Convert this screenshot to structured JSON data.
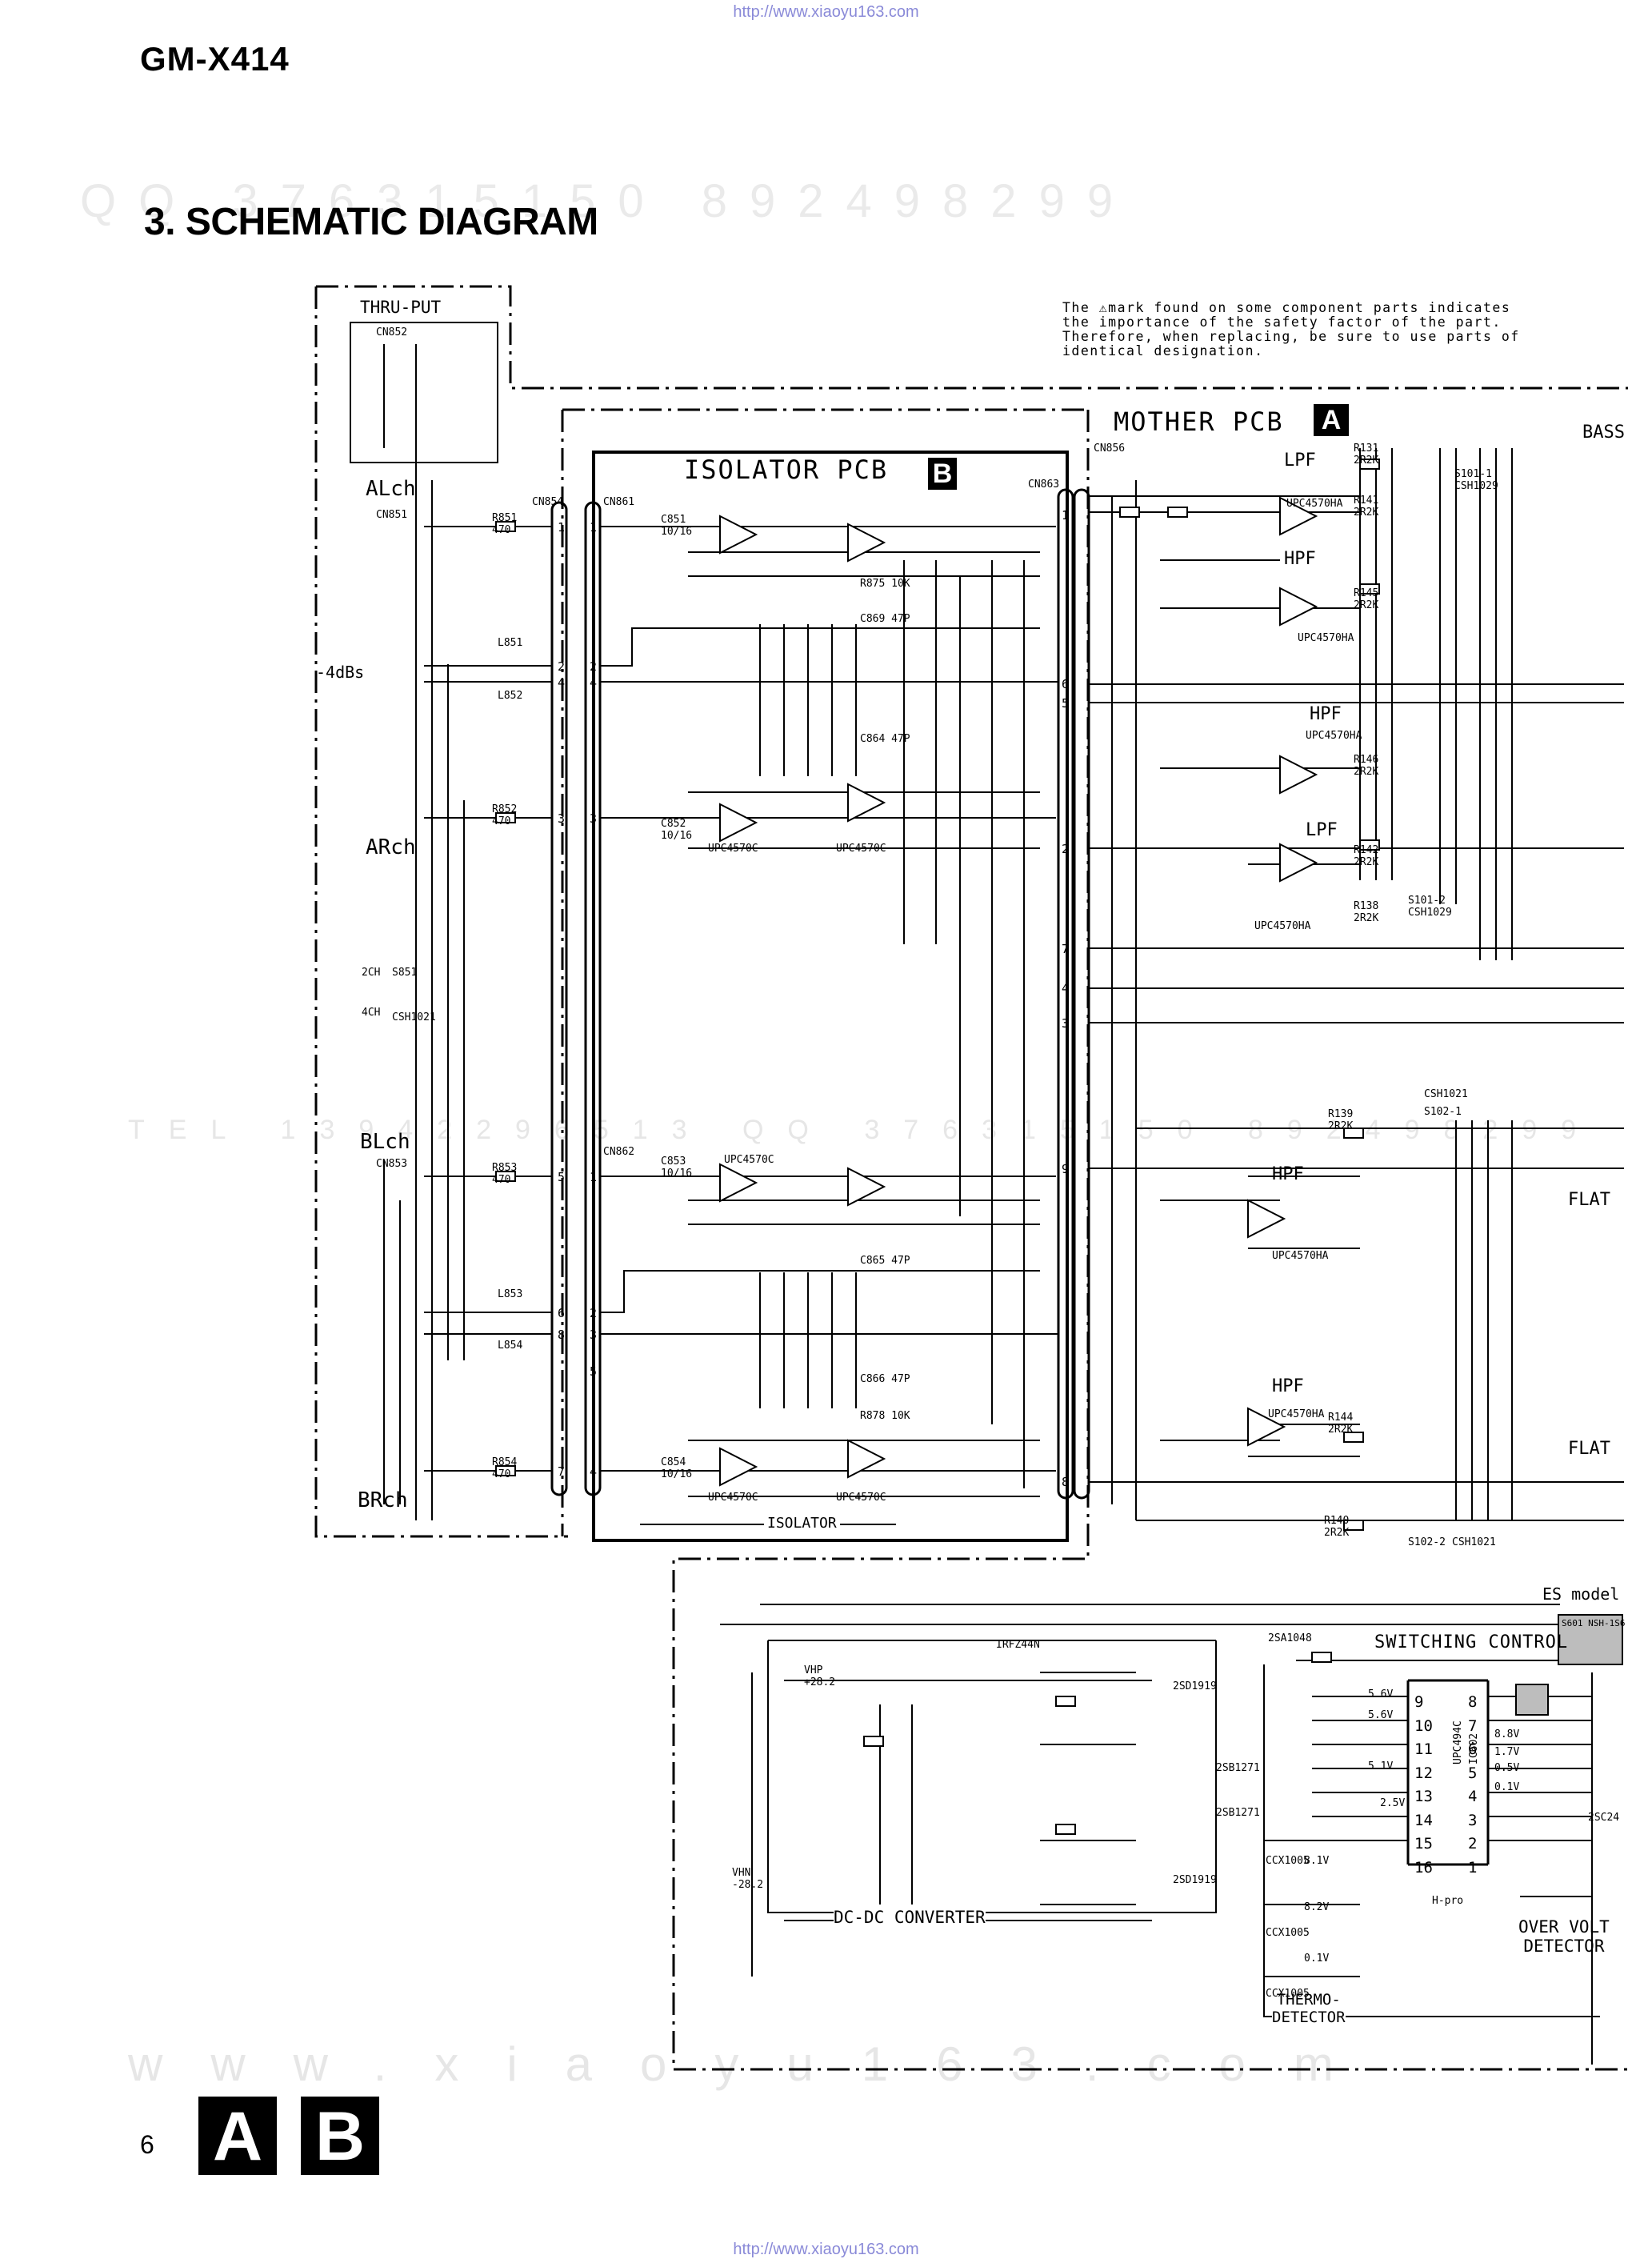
{
  "header": {
    "url": "http://www.xiaoyu163.com",
    "model": "GM-X414",
    "section_title": "3. SCHEMATIC DIAGRAM"
  },
  "watermarks": {
    "top": "QQ 376315150   892498299",
    "middle": "TEL 13942296513  QQ 376315150  892498299",
    "bottom": "www.xiaoyu163.com"
  },
  "safety_note": "The ⚠mark found on some component parts indicates the importance of the safety factor of the part. Therefore, when replacing, be sure to use parts of identical designation.",
  "boards": {
    "mother": {
      "label": "MOTHER PCB",
      "tag": "A"
    },
    "isolator": {
      "label": "ISOLATOR PCB",
      "tag": "B",
      "bottom_label": "ISOLATOR"
    }
  },
  "inputs": {
    "thru_put": "THRU-PUT",
    "alch": "ALch",
    "arch": "ARch",
    "blch": "BLch",
    "brch": "BRch",
    "level": "-4dBs",
    "ch_switch": [
      "2CH",
      "4CH"
    ],
    "switch_ref": "S851",
    "switch_part": "CSH1021"
  },
  "connectors": {
    "cn852": "CN852",
    "cn851": "CN851",
    "cn853": "CN853",
    "cn854": "CN854",
    "cn861": "CN861",
    "cn862": "CN862",
    "cn863": "CN863",
    "cn856": "CN856"
  },
  "filters": {
    "lpf": "LPF",
    "hpf": "HPF",
    "bass": "BASS",
    "flat": "FLAT",
    "opamp": "UPC4570HA",
    "opamp_isolator": "UPC4570C",
    "switch_s101": "S101-1",
    "switch_s101_2": "S101-2",
    "switch_s102": "S102-1",
    "switch_s102_2": "S102-2",
    "switch_part": "CSH1029",
    "switch_part2": "CSH1021"
  },
  "power": {
    "dc_dc": "DC-DC CONVERTER",
    "switching": "SWITCHING CONTROL",
    "thermo": "THERMO-\nDETECTOR",
    "over_volt": "OVER VOLT\nDETECTOR",
    "es_model": "ES model",
    "vhp": "VHP\n+28.2",
    "vhn": "VHN\n-28.2",
    "ic_switch": "UPC494C",
    "ic_switch_ref": "IC602",
    "hpro": "H-pro",
    "mosfet": "IRFZ44N",
    "transistors": [
      "2SD1919",
      "2SB1271",
      "2SA1048",
      "2SC24"
    ],
    "thermistor": "CCX1005",
    "ic_pins_left": [
      "9",
      "10",
      "11",
      "12",
      "13",
      "14",
      "15",
      "16"
    ],
    "ic_pins_right": [
      "8",
      "7",
      "6",
      "5",
      "4",
      "3",
      "2",
      "1"
    ],
    "voltages": [
      "5.6V",
      "5.6V",
      "8.8V",
      "1.7V",
      "0.5V",
      "0.1V",
      "5.1V",
      "2.5V",
      "8.1V",
      "8.2V",
      "0.1V"
    ]
  },
  "components": {
    "r851": "R851\n470",
    "r852": "R852\n470",
    "r853": "R853\n470",
    "r854": "R854\n470",
    "l851": "L851",
    "l852": "L852",
    "l853": "L853",
    "l854": "L854",
    "c851": "C851\n10/16",
    "c852": "C852\n10/16",
    "c853": "C853\n10/16",
    "c854": "C854\n10/16",
    "r875": "R875 10K",
    "c869": "C869 47P",
    "c864": "C864 47P",
    "c865": "C865 47P",
    "c866": "C866 47P",
    "r878": "R878 10K",
    "r131": "R131\n2R2K",
    "r141": "R141\n2R2K",
    "r145": "R145\n2R2K",
    "r146": "R146\n2R2K",
    "r142": "R142\n2R2K",
    "r138": "R138\n2R2K",
    "r139": "R139\n2R2K",
    "r144": "R144\n2R2K",
    "r140": "R140\n2R2K",
    "r601": "S601 NSH-1S6"
  },
  "page": {
    "number": "6",
    "tags": [
      "A",
      "B"
    ]
  }
}
